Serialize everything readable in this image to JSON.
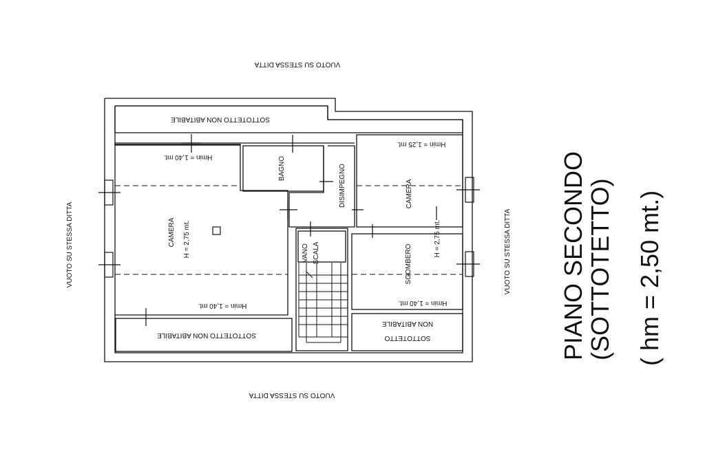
{
  "surroundings": {
    "top": "VUOTO SU STESSA DITTA",
    "bottom": "VUOTO SU STESSA DITTA",
    "left": "VUOTO SU STESSA DITTA",
    "right": "VUOTO SU STESSA DITTA"
  },
  "rooms": {
    "sottotetto_top": "SOTTOTETTO NON ABITABILE",
    "sottotetto_bottom_left": "SOTTOTETTO NON ABITABILE",
    "sottotetto_bottom_right_line1": "NON ABITABILE",
    "sottotetto_bottom_right_line2": "SOTTOTETTO",
    "camera_left": "CAMERA",
    "camera_left_height": "H = 2,75 mt.",
    "camera_left_hmin_top": "Hmin = 1,40 mt.",
    "camera_left_hmin_bottom": "Hmin = 1,40 mt.",
    "bagno": "BAGNO",
    "disimpegno": "DISIMPEGNO",
    "vano_scala_1": "VANO",
    "vano_scala_2": "SCALA",
    "camera_right": "CAMERA",
    "camera_right_hmin": "Hmin = 1,25 mt.",
    "right_height": "H = 2,75 mt.",
    "sgombero": "SGOMBERO",
    "sgombero_hmin": "Hmin = 1,40 mt."
  },
  "title": {
    "line1": "PIANO SECONDO",
    "line2": "(SOTTOTETTO)",
    "line3": "( hm = 2,50 mt.)"
  },
  "colors": {
    "ink": "#111111",
    "background": "#ffffff"
  }
}
